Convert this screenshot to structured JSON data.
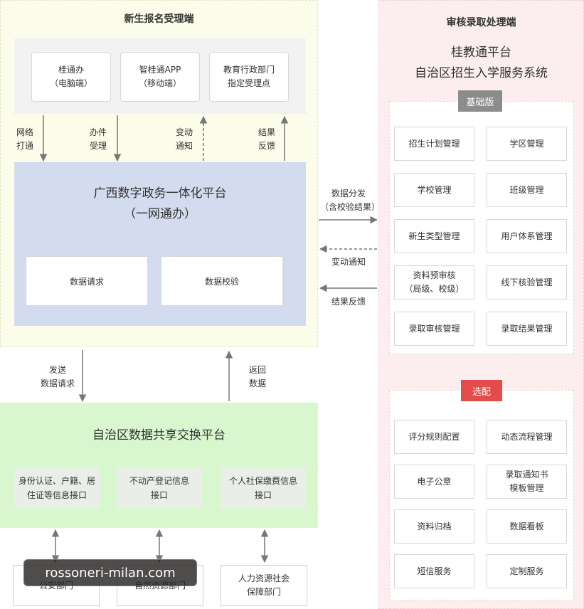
{
  "left": {
    "title": "新生报名受理端",
    "entries": [
      {
        "line1": "桂通办",
        "line2": "（电脑端）"
      },
      {
        "line1": "智桂通APP",
        "line2": "（移动端）"
      },
      {
        "line1": "教育行政部门",
        "line2": "指定受理点"
      }
    ],
    "flows": [
      {
        "line1": "网络",
        "line2": "打通"
      },
      {
        "line1": "办件",
        "line2": "受理"
      },
      {
        "line1": "变动",
        "line2": "通知"
      },
      {
        "line1": "结果",
        "line2": "反馈"
      }
    ],
    "gx_platform": {
      "title_line1": "广西数字政务一体化平台",
      "title_line2": "（一网通办）",
      "boxes": [
        "数据请求",
        "数据校验"
      ]
    }
  },
  "middle": {
    "send": {
      "line1": "发送",
      "line2": "数据请求"
    },
    "back": {
      "line1": "返回",
      "line2": "数据"
    },
    "dispatch": {
      "line1": "数据分发",
      "line2": "（含校验结果）"
    },
    "change_notice": "变动通知",
    "result_feedback": "结果反馈"
  },
  "share": {
    "title": "自治区数据共享交换平台",
    "boxes": [
      {
        "line1": "身份认证、户籍、居",
        "line2": "住证等信息接口"
      },
      {
        "line1": "不动产登记信息",
        "line2": "接口"
      },
      {
        "line1": "个人社保缴费信息",
        "line2": "接口"
      }
    ],
    "depts": [
      {
        "line1": "公安部门",
        "line2": ""
      },
      {
        "line1": "自然资源部门",
        "line2": ""
      },
      {
        "line1": "人力资源社会",
        "line2": "保障部门"
      }
    ]
  },
  "right": {
    "title": "审核录取处理端",
    "system_line1": "桂教通平台",
    "system_line2": "自治区招生入学服务系统",
    "basic_tag": "基础版",
    "basic_modules": [
      {
        "line1": "招生计划管理",
        "line2": ""
      },
      {
        "line1": "学区管理",
        "line2": ""
      },
      {
        "line1": "学校管理",
        "line2": ""
      },
      {
        "line1": "班级管理",
        "line2": ""
      },
      {
        "line1": "新生类型管理",
        "line2": ""
      },
      {
        "line1": "用户体系管理",
        "line2": ""
      },
      {
        "line1": "资料预审核",
        "line2": "（局级、校级）"
      },
      {
        "line1": "线下核验管理",
        "line2": ""
      },
      {
        "line1": "录取审核管理",
        "line2": ""
      },
      {
        "line1": "录取结果管理",
        "line2": ""
      }
    ],
    "select_tag": "选配",
    "select_modules": [
      {
        "line1": "评分规则配置",
        "line2": ""
      },
      {
        "line1": "动态流程管理",
        "line2": ""
      },
      {
        "line1": "电子公章",
        "line2": ""
      },
      {
        "line1": "录取通知书",
        "line2": "模板管理"
      },
      {
        "line1": "资料归档",
        "line2": ""
      },
      {
        "line1": "数据看板",
        "line2": ""
      },
      {
        "line1": "短信服务",
        "line2": ""
      },
      {
        "line1": "定制服务",
        "line2": ""
      }
    ]
  },
  "watermark": "rossoneri-milan.com"
}
